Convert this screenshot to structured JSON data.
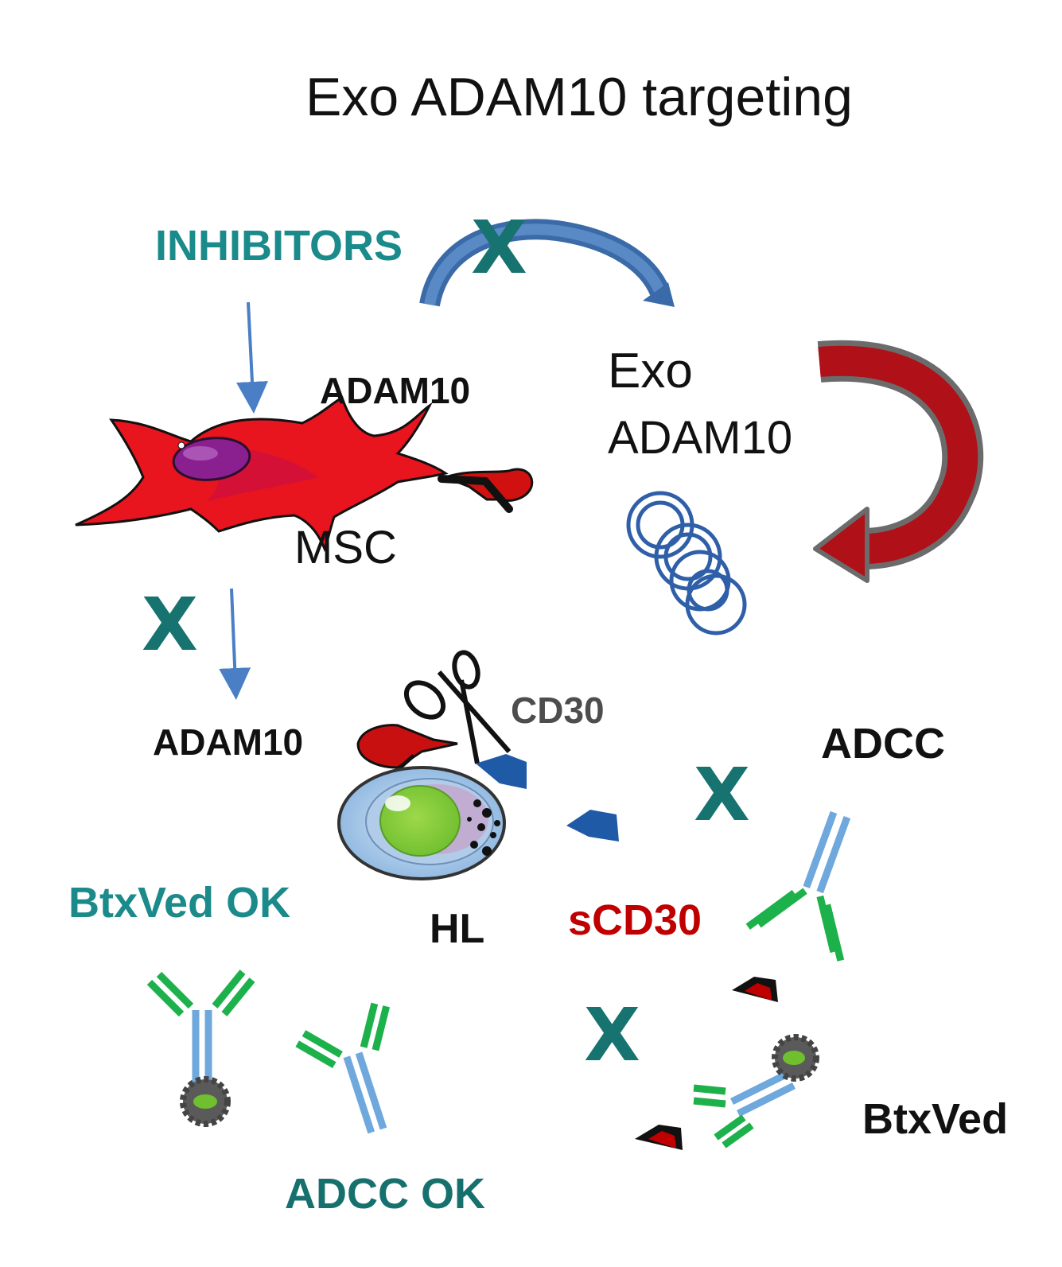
{
  "title": "Exo ADAM10 targeting",
  "labels": {
    "inhibitors": "INHIBITORS",
    "adam10_msc": "ADAM10",
    "msc": "MSC",
    "exo": "Exo",
    "exo_adam10": "ADAM10",
    "adam10_hl": "ADAM10",
    "cd30": "CD30",
    "adcc": "ADCC",
    "btxved_ok": "BtxVed OK",
    "hl": "HL",
    "scd30": "sCD30",
    "btxved": "BtxVed",
    "adcc_ok": "ADCC OK"
  },
  "block_marks": [
    "X",
    "X",
    "X",
    "X"
  ],
  "colors": {
    "teal": "#1a8a8a",
    "dark_teal": "#16706e",
    "red": "#c00000",
    "cell_red": "#e8141e",
    "nucleus_purple": "#8a1f8f",
    "arrow_blue": "#4a7fc6",
    "exosome_blue": "#2f5fa8",
    "antibody_blue": "#6fa8dc",
    "antibody_green": "#1db14b",
    "cd30_blue": "#1f5aa6"
  }
}
